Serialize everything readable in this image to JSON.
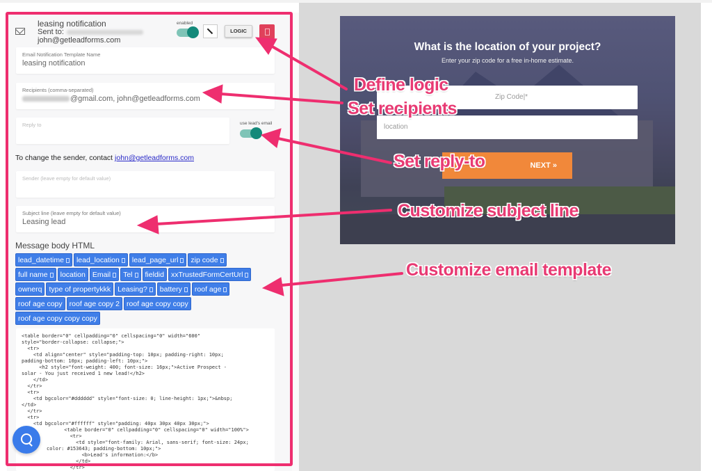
{
  "editor": {
    "header": {
      "title": "leasing notification",
      "sent_to_label": "Sent to:",
      "sent_to_email": "john@getleadforms.com",
      "enabled_label": "enabled",
      "enabled": true,
      "logic_label": "LOGIC"
    },
    "template_name": {
      "label": "Email Notification Template Name",
      "value": "leasing notification"
    },
    "recipients": {
      "label": "Recipients (comma-separated)",
      "value": "@gmail.com, john@getleadforms.com"
    },
    "reply_to": {
      "placeholder": "Reply to",
      "value": "",
      "use_leads_email_label": "use lead's email",
      "use_leads_email": true
    },
    "sender_note": {
      "text": "To change the sender, contact ",
      "link": "john@getleadforms.com"
    },
    "sender": {
      "placeholder": "Sender (leave empty for default value)",
      "value": ""
    },
    "subject": {
      "label": "Subject line (leave empty for default value)",
      "value": "Leasing lead"
    },
    "message_body_title": "Message body HTML",
    "fields": [
      {
        "label": "lead_datetime",
        "deletable": true
      },
      {
        "label": "lead_location",
        "deletable": true
      },
      {
        "label": "lead_page_url",
        "deletable": true
      },
      {
        "label": "zip code",
        "deletable": true
      },
      {
        "label": "full name",
        "deletable": true
      },
      {
        "label": "location",
        "deletable": false
      },
      {
        "label": "Email",
        "deletable": true
      },
      {
        "label": "Tel",
        "deletable": true
      },
      {
        "label": "fieldid",
        "deletable": false
      },
      {
        "label": "xxTrustedFormCertUrl",
        "deletable": true
      },
      {
        "label": "ownerq",
        "deletable": false
      },
      {
        "label": "type of propertykkk",
        "deletable": false
      },
      {
        "label": "Leasing?",
        "deletable": true
      },
      {
        "label": "battery",
        "deletable": true
      },
      {
        "label": "roof age",
        "deletable": true
      },
      {
        "label": "roof age copy",
        "deletable": false
      },
      {
        "label": "roof age copy 2",
        "deletable": false
      },
      {
        "label": "roof age copy copy",
        "deletable": false
      },
      {
        "label": "roof age copy copy copy",
        "deletable": false
      }
    ],
    "code_lines": [
      "<table border=\"0\" cellpadding=\"0\" cellspacing=\"0\" width=\"600\"",
      "style=\"border-collapse: collapse;\">",
      "  <tr>",
      "    <td align=\"center\" style=\"padding-top: 10px; padding-right: 10px;",
      "padding-bottom: 10px; padding-left: 10px;\">",
      "      <h2 style=\"font-weight: 400; font-size: 16px;\">Active Prospect -",
      "solar - You just received 1 new lead!</h2>",
      "    </td>",
      "  </tr>",
      "  <tr>",
      "    <td bgcolor=\"#dddddd\" style=\"font-size: 0; line-height: 1px;\">&nbsp;",
      "</td>",
      "  </tr>",
      "  <tr>",
      "    <td bgcolor=\"#ffffff\" style=\"padding: 40px 30px 40px 30px;\">",
      "      <table border=\"0\" cellpadding=\"0\" cellspacing=\"0\" width=\"100%\">",
      "        <tr>",
      "          <td style=\"font-family: Arial, sans-serif; font-size: 24px;",
      "color: #153643; padding-bottom: 10px;\">",
      "            <b>Lead's information:</b>",
      "          </td>",
      "        </tr>"
    ]
  },
  "preview": {
    "title": "What is the location of your project?",
    "subtitle": "Enter your zip code for a free in-home estimate.",
    "zip_placeholder": "Zip Code|*",
    "location_placeholder": "location",
    "next_label": "NEXT »"
  },
  "annotations": [
    {
      "text": "Define logic"
    },
    {
      "text": "Set recipients"
    },
    {
      "text": "Set reply-to"
    },
    {
      "text": "Customize subject line"
    },
    {
      "text": "Customize email template"
    }
  ],
  "colors": {
    "annotation_pink": "#ee2e6f",
    "chip_blue": "#3f7ee8",
    "toggle_teal": "#14897a",
    "delete_red": "#e0415b",
    "next_orange": "#f1883a",
    "fab_blue": "#3a7bea"
  }
}
